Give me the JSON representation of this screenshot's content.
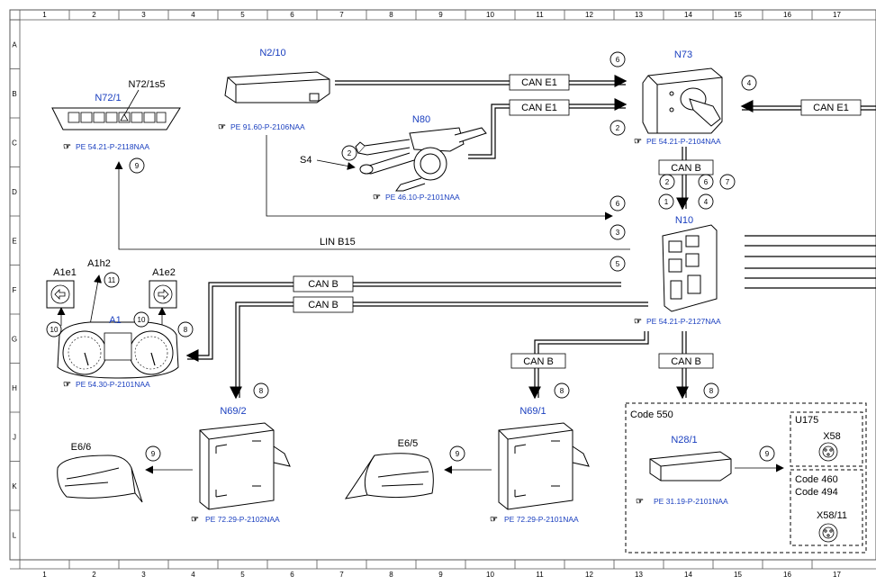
{
  "grid": {
    "columns": [
      "1",
      "2",
      "3",
      "4",
      "5",
      "6",
      "7",
      "8",
      "9",
      "10",
      "11",
      "12",
      "13",
      "14",
      "15",
      "16",
      "17"
    ],
    "rows": [
      "A",
      "B",
      "C",
      "D",
      "E",
      "F",
      "G",
      "H",
      "J",
      "K",
      "L"
    ]
  },
  "components": {
    "n72_1": "N72/1",
    "n72_1s5": "N72/1s5",
    "n2_10": "N2/10",
    "n80": "N80",
    "s4": "S4",
    "n73": "N73",
    "n10": "N10",
    "a1": "A1",
    "a1e1": "A1e1",
    "a1h2": "A1h2",
    "a1e2": "A1e2",
    "n69_2": "N69/2",
    "n69_1": "N69/1",
    "e6_6": "E6/6",
    "e6_5": "E6/5",
    "n28_1": "N28/1",
    "u175": "U175",
    "x58": "X58",
    "x58_11": "X58/11"
  },
  "refs": {
    "n72_1": "PE 54.21-P-2118NAA",
    "n2_10": "PE 91.60-P-2106NAA",
    "n80": "PE 46.10-P-2101NAA",
    "n73": "PE 54.21-P-2104NAA",
    "n10": "PE 54.21-P-2127NAA",
    "a1": "PE 54.30-P-2101NAA",
    "n69_2": "PE 72.29-P-2102NAA",
    "n69_1": "PE 72.29-P-2101NAA",
    "n28_1": "PE 31.19-P-2101NAA"
  },
  "buses": {
    "can_e1": "CAN E1",
    "can_b": "CAN B",
    "lin_b15": "LIN B15"
  },
  "codes": {
    "c550": "Code 550",
    "c460": "Code 460",
    "c494": "Code 494"
  },
  "callouts": {
    "n1": "1",
    "n2": "2",
    "n3": "3",
    "n4": "4",
    "n5": "5",
    "n6": "6",
    "n7": "7",
    "n8": "8",
    "n9": "9",
    "n10": "10",
    "n11": "11"
  },
  "colors": {
    "label_blue": "#1a3fbf",
    "line": "#000000",
    "frame": "#555555"
  }
}
